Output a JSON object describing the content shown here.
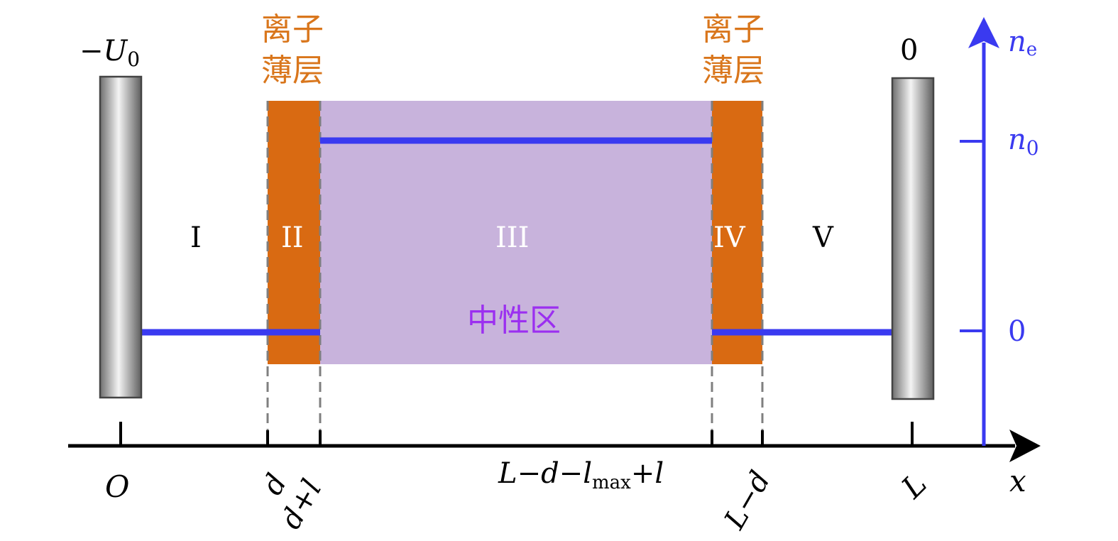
{
  "colors": {
    "sheath": "#d96a12",
    "neutral": "#c8b3dc",
    "density": "#3a3af0",
    "axis": "#000000",
    "dashed": "#7f7f7f",
    "label_orange": "#d9761c",
    "label_purple": "#9b2ff0",
    "region_light": "#ffffff",
    "region_dark": "#000000"
  },
  "voltages": {
    "left": "−U",
    "left_sub": "0",
    "right": "0"
  },
  "sheath_labels": {
    "left_line1": "离子",
    "left_line2": "薄层",
    "right_line1": "离子",
    "right_line2": "薄层"
  },
  "regions": {
    "I": "I",
    "II": "II",
    "III": "III",
    "IV": "IV",
    "V": "V"
  },
  "neutral_label": "中性区",
  "density_axis": {
    "label": "n",
    "label_sub": "e",
    "tick_n0": "n",
    "tick_n0_sub": "0",
    "tick_zero": "0"
  },
  "x_axis": {
    "label": "x",
    "ticks": {
      "O": "O",
      "d": "d",
      "d_plus_l": "d+l",
      "middle": "L−d−l",
      "middle_sub": "max",
      "middle_tail": "+l",
      "L_minus_d": "L−d",
      "L": "L"
    }
  },
  "icons": {
    "left_electrode": "electrode-plate",
    "right_electrode": "electrode-plate"
  }
}
